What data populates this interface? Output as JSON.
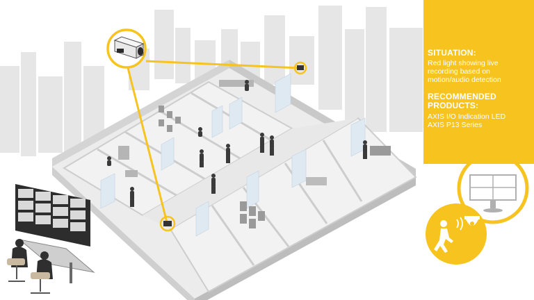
{
  "info_panel": {
    "situation_heading": "SITUATION:",
    "situation_text": "Red light showing live recording based on motion/audio detection",
    "products_heading": "RECOMMENDED PRODUCTS:",
    "products": [
      "AXIS I/O Indication LED",
      "AXIS P13 Series"
    ]
  },
  "colors": {
    "accent_yellow": "#f7c31f",
    "skyline_gray": "#e3e3e3",
    "floor_gray": "#ebebeb",
    "wall_gray": "#d2d2d2",
    "glass_blue": "#dfe9f2",
    "silhouette": "#3a3a3a"
  },
  "icons": [
    "dome-camera-icon",
    "walking-person-icon",
    "monitor-icon",
    "box-camera-icon"
  ]
}
